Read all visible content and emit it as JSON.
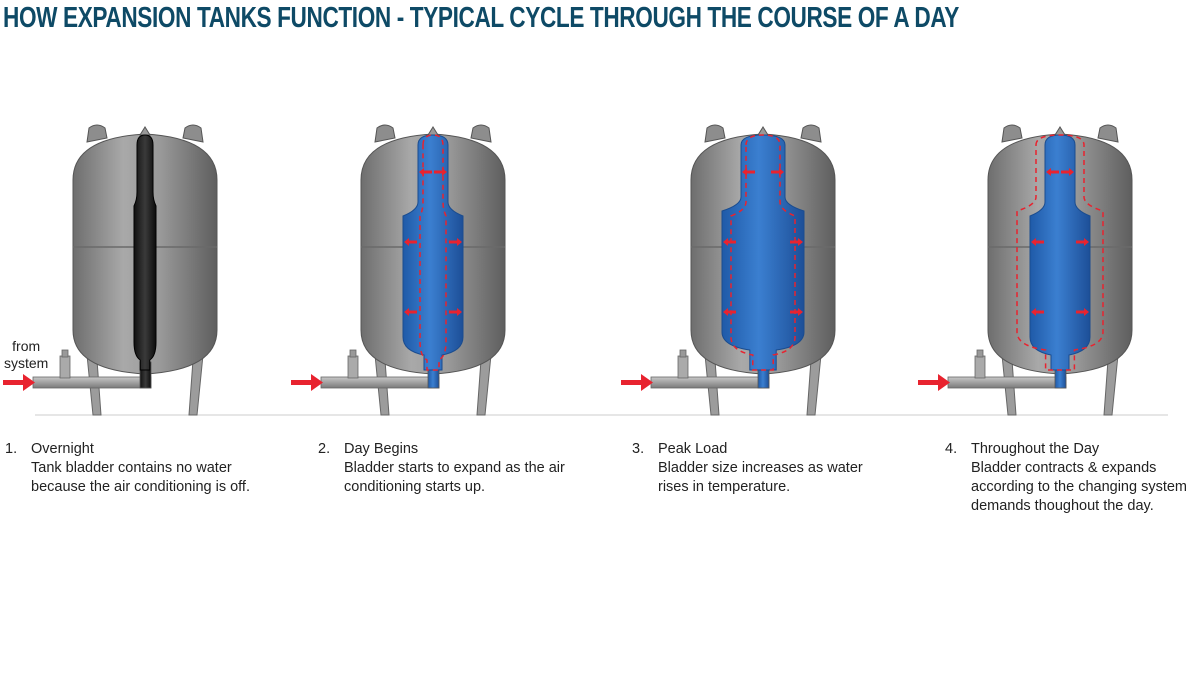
{
  "title": "HOW EXPANSION TANKS FUNCTION - TYPICAL CYCLE THROUGH THE COURSE OF A DAY",
  "from_label": [
    "from",
    "system"
  ],
  "colors": {
    "title": "#0e4a66",
    "bladder": "#2f6fc0",
    "empty_bladder": "#1e1e1e",
    "arrow": "#e8232f",
    "tank": "#8a8a8a"
  },
  "steps": [
    {
      "num": "1.",
      "heading": "Overnight",
      "body": "Tank bladder contains no water because the air conditioning is off."
    },
    {
      "num": "2.",
      "heading": "Day Begins",
      "body": "Bladder starts to expand as the air conditioning starts up."
    },
    {
      "num": "3.",
      "heading": "Peak Load",
      "body": "Bladder size increases as water rises in temperature."
    },
    {
      "num": "4.",
      "heading": "Throughout the Day",
      "body": "Bladder contracts & expands according to the changing system demands thoughout the day."
    }
  ]
}
